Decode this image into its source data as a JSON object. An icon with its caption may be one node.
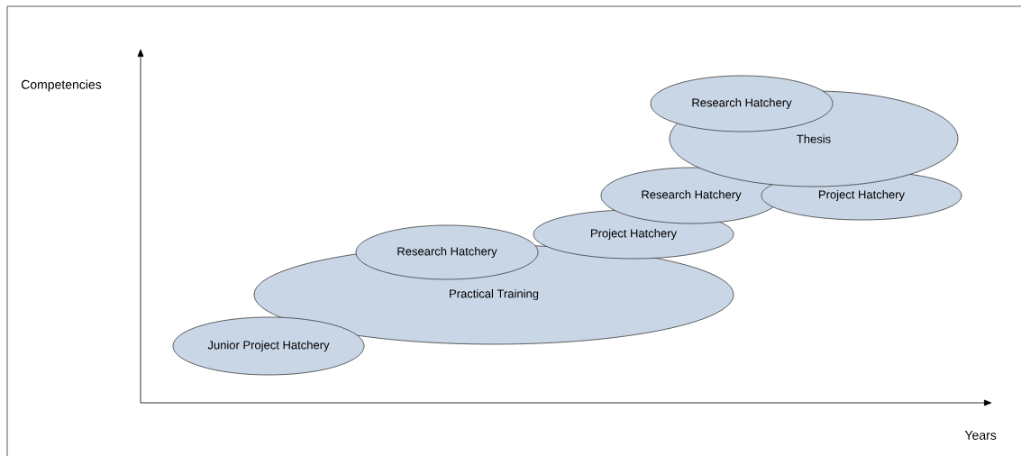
{
  "diagram": {
    "nodes": [
      {
        "text": [
          "Research Hatchery"
        ]
      },
      {
        "text": [
          "Thesis"
        ]
      },
      {
        "text": [
          "Research Hatchery"
        ]
      },
      {
        "text": [
          "Project Hatchery"
        ]
      },
      {
        "text": [
          "Project Hatchery"
        ]
      },
      {
        "text": [
          "Research Hatchery"
        ]
      },
      {
        "text": [
          "Practical Training"
        ]
      },
      {
        "text": [
          "Junior Project Hatchery"
        ]
      }
    ],
    "labels": [
      "Competencies",
      "Years"
    ]
  }
}
